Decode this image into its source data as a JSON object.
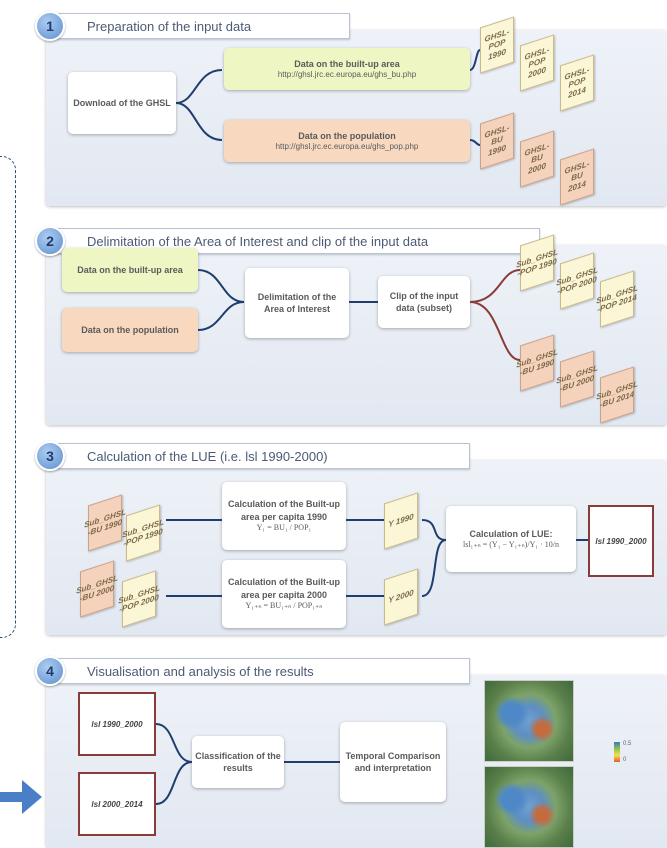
{
  "sections": [
    {
      "number": "1",
      "title": "Preparation of the input data"
    },
    {
      "number": "2",
      "title": "Delimitation of the Area of Interest and clip of the input data"
    },
    {
      "number": "3",
      "title": "Calculation of the LUE (i.e. lsl 1990-2000)"
    },
    {
      "number": "4",
      "title": "Visualisation and analysis of the results"
    }
  ],
  "s1": {
    "download": "Download of the GHSL",
    "built_title": "Data on the built-up area",
    "built_url": "http://ghsl.jrc.ec.europa.eu/ghs_bu.php",
    "pop_title": "Data on the population",
    "pop_url": "http://ghsl.jrc.ec.europa.eu/ghs_pop.php",
    "pop_cards": [
      "GHSL-POP 1990",
      "GHSL-POP 2000",
      "GHSL-POP 2014"
    ],
    "bu_cards": [
      "GHSL-BU 1990",
      "GHSL-BU 2000",
      "GHSL-BU 2014"
    ]
  },
  "s2": {
    "built": "Data on the built-up area",
    "pop": "Data on the population",
    "delim": "Delimitation of the Area of Interest",
    "clip": "Clip of the input data (subset)",
    "pop_cards": [
      "Sub_GHSL -POP 1990",
      "Sub_GHSL -POP 2000",
      "Sub_GHSL -POP 2014"
    ],
    "bu_cards": [
      "Sub_GHSL -BU 1990",
      "Sub_GHSL -BU 2000",
      "Sub_GHSL -BU 2014"
    ]
  },
  "s3": {
    "cards_top": [
      "Sub_GHSL -BU 1990",
      "Sub_GHSL -POP 1990"
    ],
    "cards_bottom": [
      "Sub_GHSL -BU 2000",
      "Sub_GHSL -POP 2000"
    ],
    "calc1_title": "Calculation of the Built-up area per capita 1990",
    "calc1_formula": "Y₁ = BU₁ / POP₁",
    "calc2_title": "Calculation of the Built-up area per capita 2000",
    "calc2_formula": "Y₁₊ₙ = BU₁₊ₙ / POP₁₊ₙ",
    "y1": "Y 1990",
    "y2": "Y 2000",
    "lue_title": "Calculation of LUE:",
    "lue_formula": "lsl₁₊ₙ = (Y₁ − Y₁₊ₙ)/Y₁ · 10/n",
    "result": "lsl 1990_2000"
  },
  "s4": {
    "result1": "lsl 1990_2000",
    "result2": "lsl 2000_2014",
    "classify": "Classification of the results",
    "temporal": "Temporal Comparison and interpretation",
    "legend_high": "0.5",
    "legend_low": "0"
  },
  "colors": {
    "accent": "#5c8fd0",
    "arrow": "#4a7fc8",
    "green": "#eef7c4",
    "orange": "#f8d9c0",
    "dark_red": "#8b3a3a",
    "dashed": "#2c4a7a"
  }
}
